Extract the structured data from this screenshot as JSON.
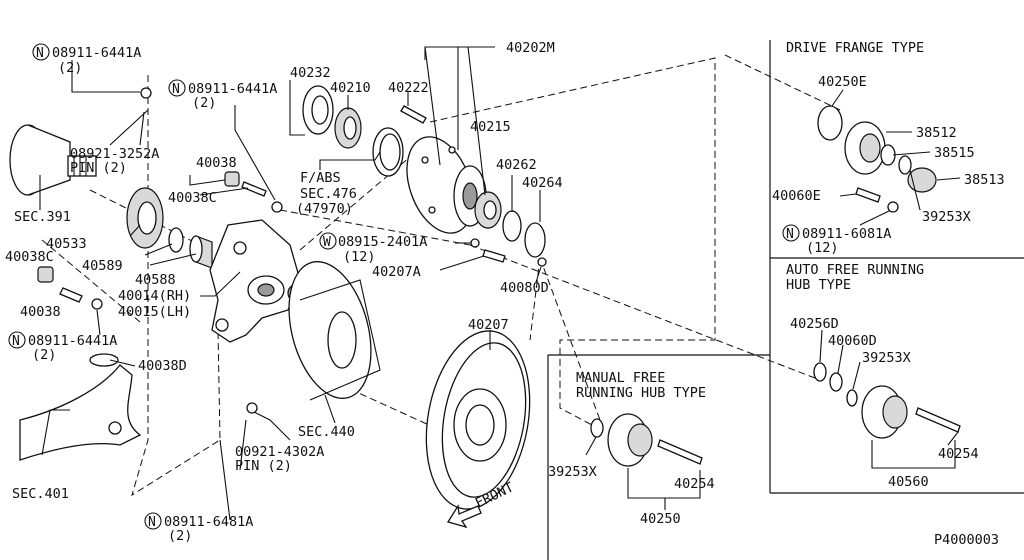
{
  "diagram_code": "P4000003",
  "sections": {
    "drive_flange": "DRIVE FRANGE TYPE",
    "auto_free_line1": "AUTO FREE RUNNING",
    "auto_free_line2": "HUB TYPE",
    "manual_free_line1": "MANUAL FREE",
    "manual_free_line2": "RUNNING HUB TYPE"
  },
  "front_label": "FRONT",
  "nut_symbol": "N",
  "washer_symbol": "W",
  "parts": {
    "p08911_6441a_top": "08911-6441A",
    "p08911_6441a_top_qty": "(2)",
    "p08921_3252a": "08921-3252A",
    "p08921_3252a_sub": "PIN (2)",
    "sec391": "SEC.391",
    "p08911_6441a_mid": "08911-6441A",
    "p08911_6441a_mid_qty": "(2)",
    "p40038_a": "40038",
    "p40038c_a": "40038C",
    "p40533": "40533",
    "p40589": "40589",
    "p40588": "40588",
    "p40038c_b": "40038C",
    "p40038_b": "40038",
    "p40014": "40014(RH)",
    "p40015": "40015(LH)",
    "p08911_6441a_low": "08911-6441A",
    "p08911_6441a_low_qty": "(2)",
    "p40038d": "40038D",
    "sec401": "SEC.401",
    "p00921_4302a": "00921-4302A",
    "p00921_4302a_sub": "PIN (2)",
    "p08911_6481a": "08911-6481A",
    "p08911_6481a_qty": "(2)",
    "sec440": "SEC.440",
    "p40232": "40232",
    "p40210": "40210",
    "p40222": "40222",
    "p40202m": "40202M",
    "p40215": "40215",
    "fabs": "F/ABS",
    "sec476": "SEC.476",
    "sec476_sub": "(47970)",
    "p40262": "40262",
    "p40264": "40264",
    "p08915_2401a": "08915-2401A",
    "p08915_2401a_qty": "(12)",
    "p40207a": "40207A",
    "p40080d": "40080D",
    "p40207": "40207",
    "p40250e": "40250E",
    "p38512": "38512",
    "p38515": "38515",
    "p38513": "38513",
    "p40060e": "40060E",
    "p39253x_a": "39253X",
    "p08911_6081a": "08911-6081A",
    "p08911_6081a_qty": "(12)",
    "p40256d": "40256D",
    "p40060d": "40060D",
    "p39253x_b": "39253X",
    "p40254_a": "40254",
    "p40560": "40560",
    "p39253x_c": "39253X",
    "p40254_b": "40254",
    "p40250": "40250"
  }
}
